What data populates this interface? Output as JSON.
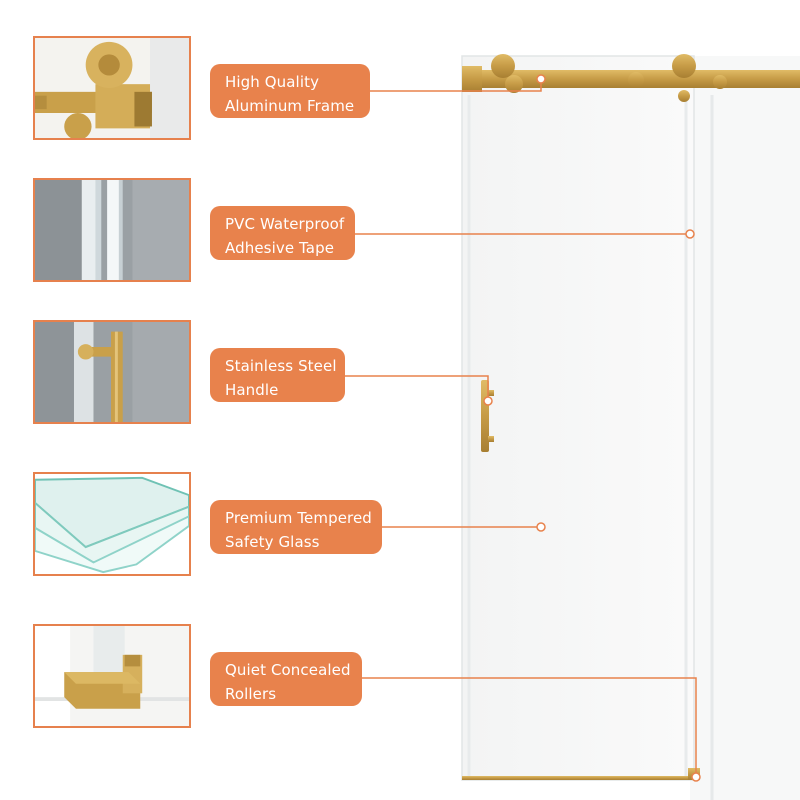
{
  "callouts": [
    {
      "id": "frame",
      "lines": [
        "High Quality",
        "Aluminum Frame"
      ]
    },
    {
      "id": "tape",
      "lines": [
        "PVC Waterproof",
        "Adhesive Tape"
      ]
    },
    {
      "id": "handle",
      "lines": [
        "Stainless Steel",
        "Handle"
      ]
    },
    {
      "id": "glass",
      "lines": [
        "Premium Tempered",
        "Safety Glass"
      ]
    },
    {
      "id": "rollers",
      "lines": [
        "Quiet Concealed",
        "Rollers"
      ]
    }
  ],
  "colors": {
    "accent": "#e8824c",
    "brushed_gold": "#c9a04a",
    "label_text": "#ffffff",
    "glass_edge": "#8fd3c9"
  },
  "icons": {
    "frame": "roller-wheel-closeup",
    "tape": "seal-strip-closeup",
    "handle": "bar-handle-closeup",
    "glass": "glass-panes-edge",
    "rollers": "bottom-guide-closeup"
  }
}
